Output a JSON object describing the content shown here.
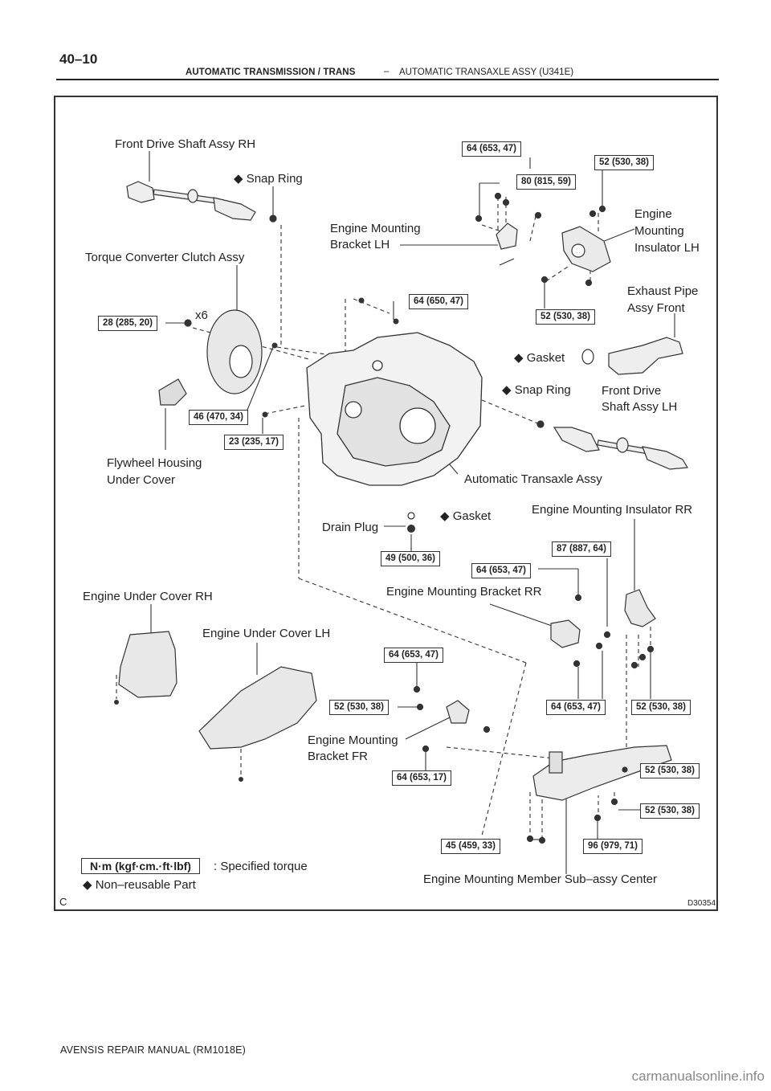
{
  "header": {
    "page_number": "40–10",
    "section": "AUTOMATIC TRANSMISSION / TRANS",
    "separator": "–",
    "subsection": "AUTOMATIC TRANSAXLE ASSY (U341E)"
  },
  "labels": {
    "front_drive_shaft_rh": "Front Drive Shaft Assy RH",
    "snap_ring_rh": "◆ Snap Ring",
    "torque_converter": "Torque Converter Clutch Assy",
    "x6": "x6",
    "eng_mount_bracket_lh_1": "Engine Mounting",
    "eng_mount_bracket_lh_2": "Bracket LH",
    "eng_mount_insulator_lh_1": "Engine",
    "eng_mount_insulator_lh_2": "Mounting",
    "eng_mount_insulator_lh_3": "Insulator LH",
    "exhaust_pipe_1": "Exhaust Pipe",
    "exhaust_pipe_2": "Assy Front",
    "gasket_exhaust": "◆ Gasket",
    "snap_ring_lh": "◆ Snap Ring",
    "front_drive_shaft_lh_1": "Front Drive",
    "front_drive_shaft_lh_2": "Shaft Assy LH",
    "flywheel_housing_1": "Flywheel Housing",
    "flywheel_housing_2": "Under Cover",
    "automatic_transaxle": "Automatic Transaxle Assy",
    "drain_plug": "Drain Plug",
    "gasket_drain": "◆ Gasket",
    "eng_mount_insulator_rr": "Engine Mounting Insulator RR",
    "eng_under_cover_rh": "Engine Under Cover RH",
    "eng_mount_bracket_rr": "Engine Mounting Bracket RR",
    "eng_under_cover_lh": "Engine Under Cover LH",
    "eng_mount_bracket_fr_1": "Engine Mounting",
    "eng_mount_bracket_fr_2": "Bracket FR",
    "eng_mount_member": "Engine Mounting Member Sub–assy Center"
  },
  "torques": {
    "t1": "64 (653, 47)",
    "t2": "52 (530, 38)",
    "t3": "80 (815, 59)",
    "t4": "64 (650, 47)",
    "t5": "52 (530, 38)",
    "t6": "28 (285, 20)",
    "t7": "46 (470, 34)",
    "t8": "23 (235, 17)",
    "t9": "49 (500, 36)",
    "t10": "87 (887, 64)",
    "t11": "64 (653, 47)",
    "t12": "64 (653, 47)",
    "t13": "52 (530, 38)",
    "t14": "64 (653, 47)",
    "t15": "52 (530, 38)",
    "t16": "64 (653, 17)",
    "t17": "52 (530, 38)",
    "t18": "52 (530, 38)",
    "t19": "45 (459, 33)",
    "t20": "96 (979, 71)"
  },
  "legend": {
    "unit_box": "N·m (kgf·cm.·ft·lbf)",
    "unit_desc": ": Specified torque",
    "non_reusable": "◆ Non–reusable Part"
  },
  "figure": {
    "corner_mark": "C",
    "illustration_id": "D30354"
  },
  "footer": {
    "manual": "AVENSIS REPAIR MANUAL   (RM1018E)"
  },
  "watermark": "carmanualsonline.info"
}
